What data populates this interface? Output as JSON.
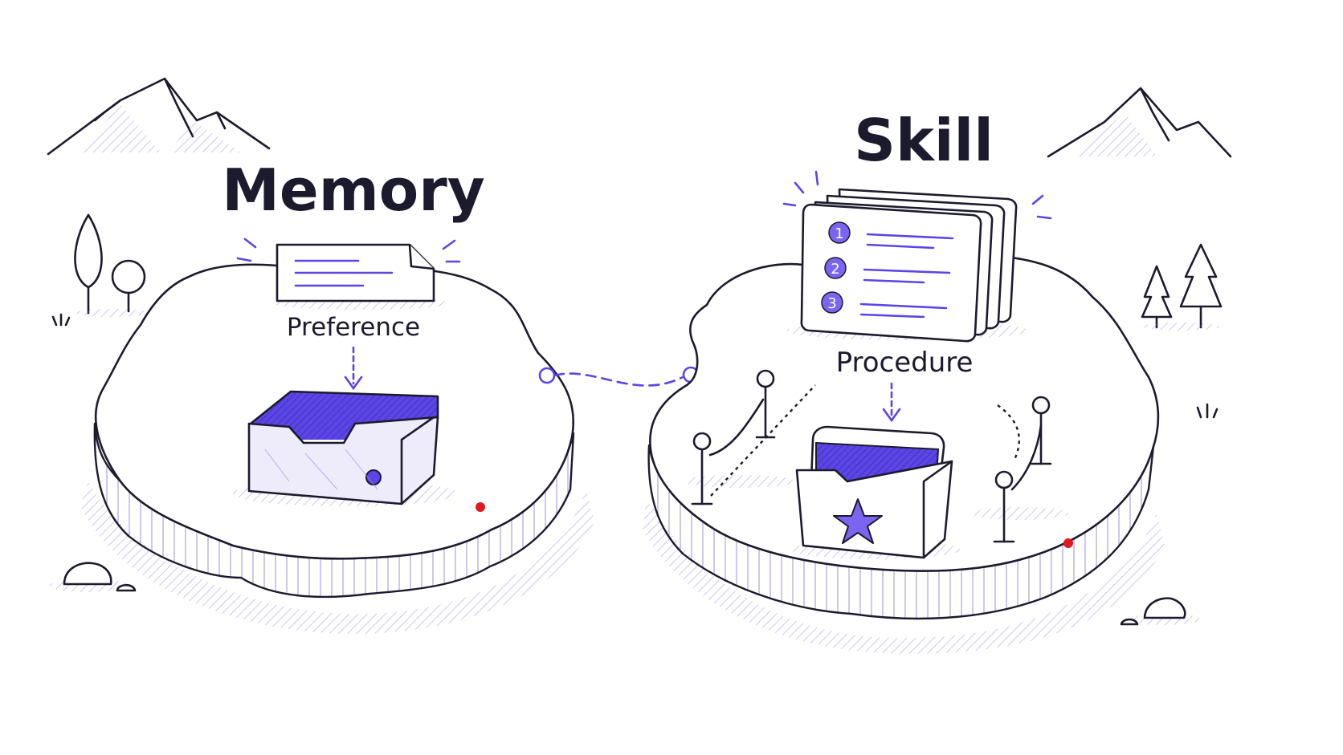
{
  "memory": {
    "title": "Memory",
    "item_label": "Preference"
  },
  "skill": {
    "title": "Skill",
    "item_label": "Procedure",
    "steps": [
      "1",
      "2",
      "3"
    ]
  },
  "colors": {
    "ink": "#1c1b2e",
    "accent": "#5b45e6",
    "accent_light": "#d9d4fb",
    "marker": "#e0191f"
  },
  "icons": [
    "mountain-icon",
    "tree-icon",
    "document-icon",
    "drawer-icon",
    "stacked-cards-icon",
    "folder-star-icon",
    "stanchion-icon",
    "rock-icon",
    "grass-icon"
  ]
}
